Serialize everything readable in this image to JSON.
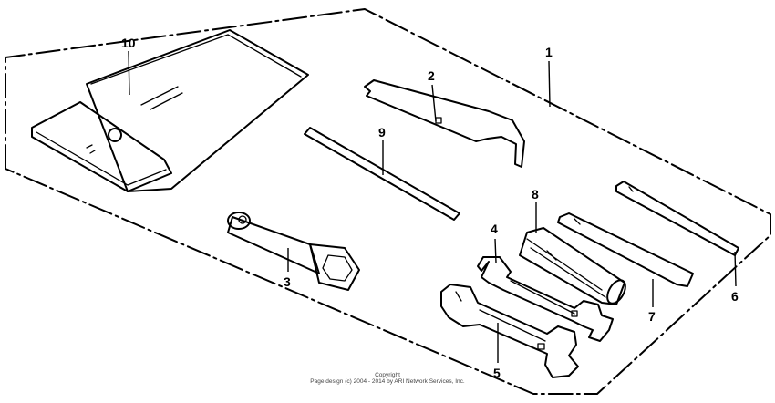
{
  "diagram": {
    "callouts": {
      "p1": "1",
      "p2": "2",
      "p3": "3",
      "p4": "4",
      "p5": "5",
      "p6": "6",
      "p7": "7",
      "p8": "8",
      "p9": "9",
      "p10": "10"
    }
  },
  "footer": {
    "line1": "Copyright",
    "line2": "Page design (c) 2004 - 2014 by ARI Network Services, Inc."
  }
}
